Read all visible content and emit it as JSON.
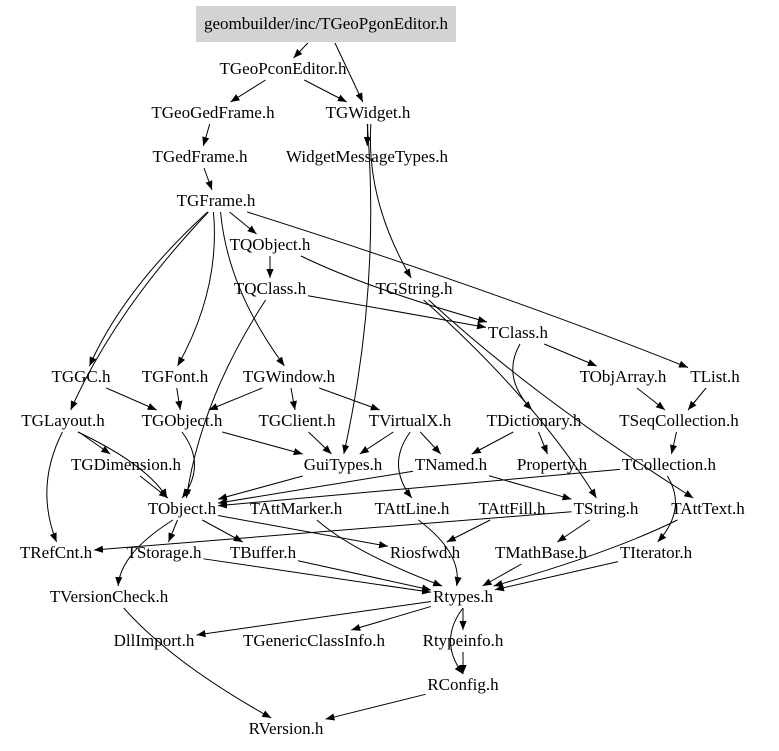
{
  "graph": {
    "root": "geombuilder/inc/TGeoPgonEditor.h",
    "root_fill": "#d3d3d3",
    "nodes": [
      {
        "id": "root",
        "label": "geombuilder/inc/TGeoPgonEditor.h"
      },
      {
        "id": "TGeoPconEditor",
        "label": "TGeoPconEditor.h"
      },
      {
        "id": "TGeoGedFrame",
        "label": "TGeoGedFrame.h"
      },
      {
        "id": "TGWidget",
        "label": "TGWidget.h"
      },
      {
        "id": "TGedFrame",
        "label": "TGedFrame.h"
      },
      {
        "id": "WidgetMessageTypes",
        "label": "WidgetMessageTypes.h"
      },
      {
        "id": "TGFrame",
        "label": "TGFrame.h"
      },
      {
        "id": "TQObject",
        "label": "TQObject.h"
      },
      {
        "id": "TQClass",
        "label": "TQClass.h"
      },
      {
        "id": "TGString",
        "label": "TGString.h"
      },
      {
        "id": "TClass",
        "label": "TClass.h"
      },
      {
        "id": "TGGC",
        "label": "TGGC.h"
      },
      {
        "id": "TGFont",
        "label": "TGFont.h"
      },
      {
        "id": "TGWindow",
        "label": "TGWindow.h"
      },
      {
        "id": "TObjArray",
        "label": "TObjArray.h"
      },
      {
        "id": "TList",
        "label": "TList.h"
      },
      {
        "id": "TGLayout",
        "label": "TGLayout.h"
      },
      {
        "id": "TGObject",
        "label": "TGObject.h"
      },
      {
        "id": "TGClient",
        "label": "TGClient.h"
      },
      {
        "id": "TVirtualX",
        "label": "TVirtualX.h"
      },
      {
        "id": "TDictionary",
        "label": "TDictionary.h"
      },
      {
        "id": "TSeqCollection",
        "label": "TSeqCollection.h"
      },
      {
        "id": "TGDimension",
        "label": "TGDimension.h"
      },
      {
        "id": "GuiTypes",
        "label": "GuiTypes.h"
      },
      {
        "id": "TNamed",
        "label": "TNamed.h"
      },
      {
        "id": "Property",
        "label": "Property.h"
      },
      {
        "id": "TCollection",
        "label": "TCollection.h"
      },
      {
        "id": "TObject",
        "label": "TObject.h"
      },
      {
        "id": "TAttMarker",
        "label": "TAttMarker.h"
      },
      {
        "id": "TAttLine",
        "label": "TAttLine.h"
      },
      {
        "id": "TAttFill",
        "label": "TAttFill.h"
      },
      {
        "id": "TString",
        "label": "TString.h"
      },
      {
        "id": "TAttText",
        "label": "TAttText.h"
      },
      {
        "id": "TRefCnt",
        "label": "TRefCnt.h"
      },
      {
        "id": "TStorage",
        "label": "TStorage.h"
      },
      {
        "id": "TBuffer",
        "label": "TBuffer.h"
      },
      {
        "id": "Riosfwd",
        "label": "Riosfwd.h"
      },
      {
        "id": "TMathBase",
        "label": "TMathBase.h"
      },
      {
        "id": "TIterator",
        "label": "TIterator.h"
      },
      {
        "id": "TVersionCheck",
        "label": "TVersionCheck.h"
      },
      {
        "id": "Rtypes",
        "label": "Rtypes.h"
      },
      {
        "id": "DllImport",
        "label": "DllImport.h"
      },
      {
        "id": "TGenericClassInfo",
        "label": "TGenericClassInfo.h"
      },
      {
        "id": "Rtypeinfo",
        "label": "Rtypeinfo.h"
      },
      {
        "id": "RConfig",
        "label": "RConfig.h"
      },
      {
        "id": "RVersion",
        "label": "RVersion.h"
      }
    ],
    "edges": [
      [
        "root",
        "TGeoPconEditor"
      ],
      [
        "root",
        "TGWidget"
      ],
      [
        "TGeoPconEditor",
        "TGeoGedFrame"
      ],
      [
        "TGeoPconEditor",
        "TGWidget"
      ],
      [
        "TGeoGedFrame",
        "TGedFrame"
      ],
      [
        "TGWidget",
        "WidgetMessageTypes"
      ],
      [
        "TGWidget",
        "TGString"
      ],
      [
        "TGWidget",
        "GuiTypes"
      ],
      [
        "TGedFrame",
        "TGFrame"
      ],
      [
        "TGFrame",
        "TQObject"
      ],
      [
        "TGFrame",
        "TGGC"
      ],
      [
        "TGFrame",
        "TGFont"
      ],
      [
        "TGFrame",
        "TGWindow"
      ],
      [
        "TGFrame",
        "TList"
      ],
      [
        "TGFrame",
        "TGLayout"
      ],
      [
        "TQObject",
        "TQClass"
      ],
      [
        "TQObject",
        "TClass"
      ],
      [
        "TQClass",
        "TClass"
      ],
      [
        "TQClass",
        "TObject"
      ],
      [
        "TGString",
        "TString"
      ],
      [
        "TGString",
        "TAttText"
      ],
      [
        "TClass",
        "TObjArray"
      ],
      [
        "TClass",
        "TDictionary"
      ],
      [
        "TObjArray",
        "TSeqCollection"
      ],
      [
        "TList",
        "TSeqCollection"
      ],
      [
        "TGGC",
        "TGObject"
      ],
      [
        "TGFont",
        "TGObject"
      ],
      [
        "TGWindow",
        "TGObject"
      ],
      [
        "TGWindow",
        "TGClient"
      ],
      [
        "TGWindow",
        "TVirtualX"
      ],
      [
        "TGLayout",
        "TGDimension"
      ],
      [
        "TGLayout",
        "TObject"
      ],
      [
        "TGLayout",
        "TRefCnt"
      ],
      [
        "TGObject",
        "TObject"
      ],
      [
        "TGObject",
        "GuiTypes"
      ],
      [
        "TGClient",
        "GuiTypes"
      ],
      [
        "TVirtualX",
        "GuiTypes"
      ],
      [
        "TVirtualX",
        "TNamed"
      ],
      [
        "TVirtualX",
        "TAttLine"
      ],
      [
        "TDictionary",
        "TNamed"
      ],
      [
        "TDictionary",
        "Property"
      ],
      [
        "TSeqCollection",
        "TCollection"
      ],
      [
        "TGDimension",
        "TObject"
      ],
      [
        "GuiTypes",
        "TObject"
      ],
      [
        "TNamed",
        "TObject"
      ],
      [
        "TNamed",
        "TString"
      ],
      [
        "TCollection",
        "TObject"
      ],
      [
        "TCollection",
        "TIterator"
      ],
      [
        "TObject",
        "TStorage"
      ],
      [
        "TObject",
        "TBuffer"
      ],
      [
        "TObject",
        "TVersionCheck"
      ],
      [
        "TObject",
        "Riosfwd"
      ],
      [
        "TAttMarker",
        "Rtypes"
      ],
      [
        "TAttLine",
        "Rtypes"
      ],
      [
        "TAttFill",
        "Riosfwd"
      ],
      [
        "TString",
        "TMathBase"
      ],
      [
        "TString",
        "TRefCnt"
      ],
      [
        "TAttText",
        "Rtypes"
      ],
      [
        "TStorage",
        "Rtypes"
      ],
      [
        "TBuffer",
        "Rtypes"
      ],
      [
        "TMathBase",
        "Rtypes"
      ],
      [
        "TIterator",
        "Rtypes"
      ],
      [
        "TVersionCheck",
        "RVersion"
      ],
      [
        "Rtypes",
        "DllImport"
      ],
      [
        "Rtypes",
        "TGenericClassInfo"
      ],
      [
        "Rtypes",
        "Rtypeinfo"
      ],
      [
        "Rtypes",
        "RConfig"
      ],
      [
        "Rtypeinfo",
        "RConfig"
      ],
      [
        "RConfig",
        "RVersion"
      ]
    ]
  }
}
